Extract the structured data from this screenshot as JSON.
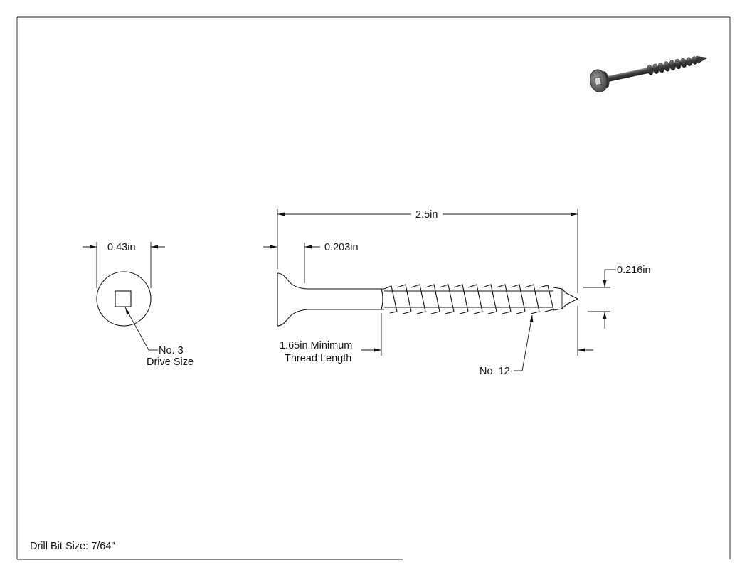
{
  "dimensions": {
    "head_diameter": "0.43in",
    "overall_length": "2.5in",
    "head_height": "0.203in",
    "shank_diameter": "0.216in",
    "thread_length_line1": "1.65in Minimum",
    "thread_length_line2": "Thread Length",
    "screw_size": "No. 12",
    "drive_line1": "No. 3",
    "drive_line2": "Drive Size"
  },
  "notes": {
    "drill_bit": "Drill Bit Size: 7/64\""
  },
  "colors": {
    "line": "#111111",
    "screw_body": "#4a4a4a"
  }
}
